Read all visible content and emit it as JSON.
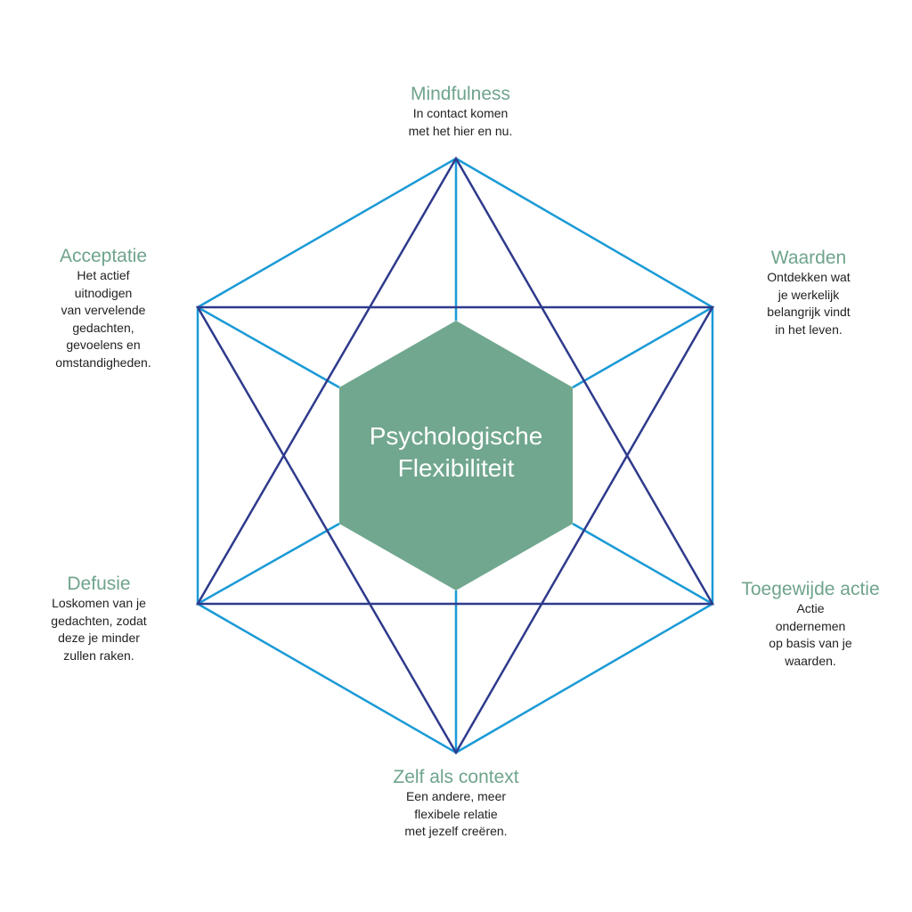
{
  "diagram": {
    "center": {
      "line1": "Psychologische",
      "line2": "Flexibiliteit"
    },
    "colors": {
      "outer_hexagon": "#1a9ad6",
      "spokes": "#1a9ad6",
      "triangles": "#2e3a8c",
      "center_fill": "#71a78f",
      "title_text": "#6fa48c",
      "desc_text": "#222222"
    },
    "nodes": [
      {
        "key": "mindfulness",
        "title": "Mindfulness",
        "desc": [
          "In contact komen",
          "met het hier en nu."
        ]
      },
      {
        "key": "waarden",
        "title": "Waarden",
        "desc": [
          "Ontdekken wat",
          "je werkelijk",
          "belangrijk vindt",
          "in het leven."
        ]
      },
      {
        "key": "toegewijde",
        "title": "Toegewijde actie",
        "desc": [
          "Actie",
          "ondernemen",
          "op basis van je",
          "waarden."
        ]
      },
      {
        "key": "zelf",
        "title": "Zelf als context",
        "desc": [
          "Een andere, meer",
          "flexibele relatie",
          "met jezelf creëren."
        ]
      },
      {
        "key": "defusie",
        "title": "Defusie",
        "desc": [
          "Loskomen van je",
          "gedachten, zodat",
          "deze je minder",
          "zullen raken."
        ]
      },
      {
        "key": "acceptatie",
        "title": "Acceptatie",
        "desc": [
          "Het actief",
          "uitnodigen",
          "van vervelende",
          "gedachten,",
          "gevoelens en",
          "omstandigheden."
        ]
      }
    ]
  }
}
